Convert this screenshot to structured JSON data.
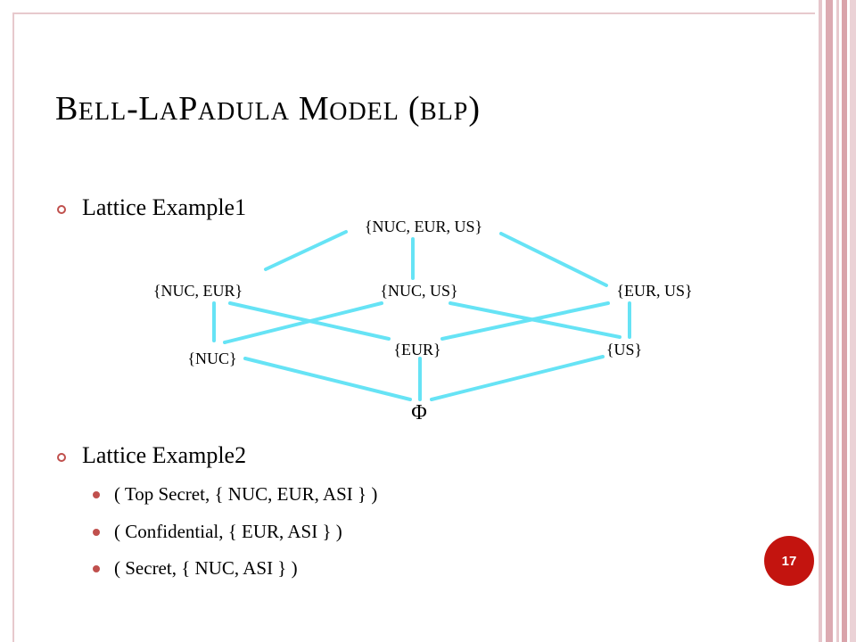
{
  "title": {
    "part1_cap": "B",
    "part1_rest": "ELL",
    "sep1": "-",
    "part2_cap": "L",
    "part2_rest": "A",
    "part3_cap": "P",
    "part3_rest": "ADULA",
    "part4_cap": "M",
    "part4_rest": "ODEL",
    "abbr_open": "(",
    "abbr": "BLP",
    "abbr_close": ")"
  },
  "bullets": [
    {
      "label": "Lattice Example1"
    },
    {
      "label": "Lattice Example2",
      "sub_items": [
        "( Top Secret, { NUC, EUR, ASI } )",
        "( Confidential, { EUR, ASI } )",
        "( Secret, { NUC, ASI } )"
      ]
    }
  ],
  "lattice": {
    "nodes": {
      "top": "{NUC, EUR, US}",
      "nuc_eur": "{NUC, EUR}",
      "nuc_us": "{NUC, US}",
      "eur_us": "{EUR, US}",
      "nuc": "{NUC}",
      "eur": "{EUR}",
      "us": "{US}",
      "bottom": "Φ"
    },
    "edge_color": "#66e3f5"
  },
  "page_number": "17",
  "colors": {
    "accent": "#c0504d",
    "badge": "#c3140f",
    "stripes": "#dcaab1"
  }
}
